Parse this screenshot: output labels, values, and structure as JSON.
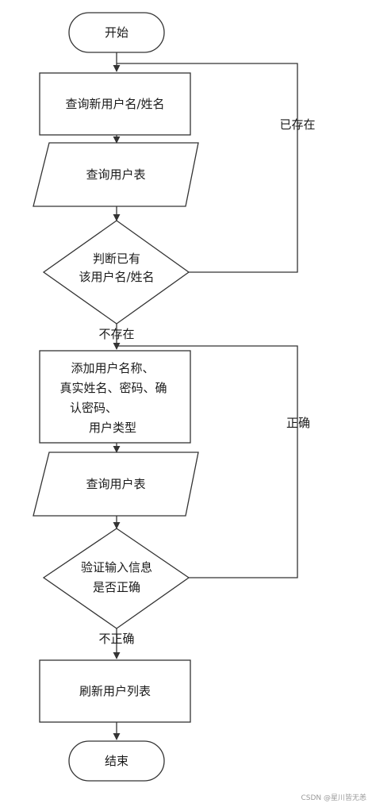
{
  "nodes": {
    "start": "开始",
    "query_name": "查询新用户名/姓名",
    "query_table_1": "查询用户表",
    "check_exists": [
      "判断已有",
      "该用户名/姓名"
    ],
    "add_user": [
      "添加用户名称、",
      "真实姓名、密码、确",
      "认密码、",
      "用户类型"
    ],
    "query_table_2": "查询用户表",
    "verify": [
      "验证输入信息",
      "是否正确"
    ],
    "refresh": "刷新用户列表",
    "end": "结束"
  },
  "edges": {
    "exists": "已存在",
    "not_exists": "不存在",
    "correct": "正确",
    "incorrect": "不正确"
  },
  "watermark": "CSDN @星川皆无恙"
}
